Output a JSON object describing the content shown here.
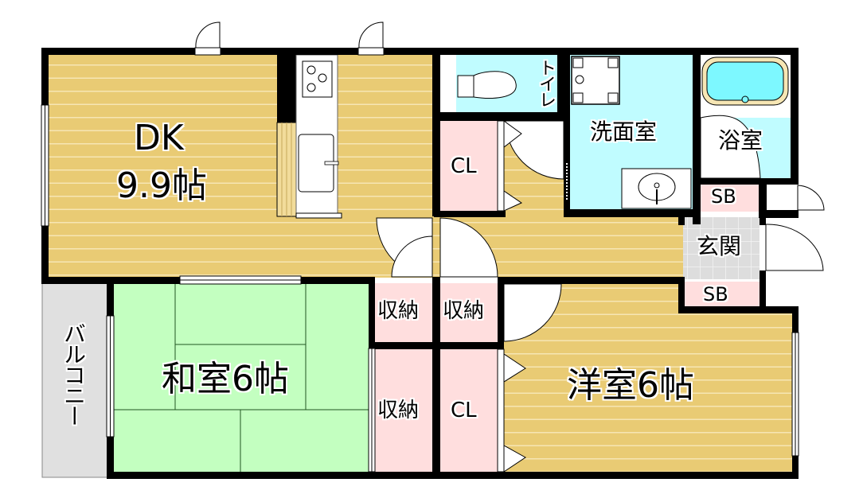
{
  "floorplan": {
    "colors": {
      "wall": "#000000",
      "wood_floor": "#E9CB74",
      "wood_line": "#F6E6B4",
      "tatami": "#C3FFC0",
      "wet_area": "#C0FCFF",
      "storage": "#FFDEDE",
      "entrance_tile": "#DDDDDD",
      "balcony": "#E0E0E0",
      "bathtub": "#7DF8FF"
    },
    "rooms": {
      "dk": {
        "name": "DK",
        "size": "9.9帖"
      },
      "washitsu": {
        "label": "和室6帖"
      },
      "yoshitsu": {
        "label": "洋室6帖"
      },
      "toilet": {
        "label": "トイレ"
      },
      "washroom": {
        "label": "洗面室"
      },
      "bath": {
        "label": "浴室"
      },
      "entrance": {
        "label": "玄関"
      },
      "balcony": {
        "label": "バルコニー"
      }
    },
    "storage": {
      "cl_upper": "CL",
      "cl_lower": "CL",
      "shuno_left_upper": "収納",
      "shuno_right_upper": "収納",
      "shuno_left_lower": "収納",
      "sb_upper": "SB",
      "sb_lower": "SB"
    }
  }
}
